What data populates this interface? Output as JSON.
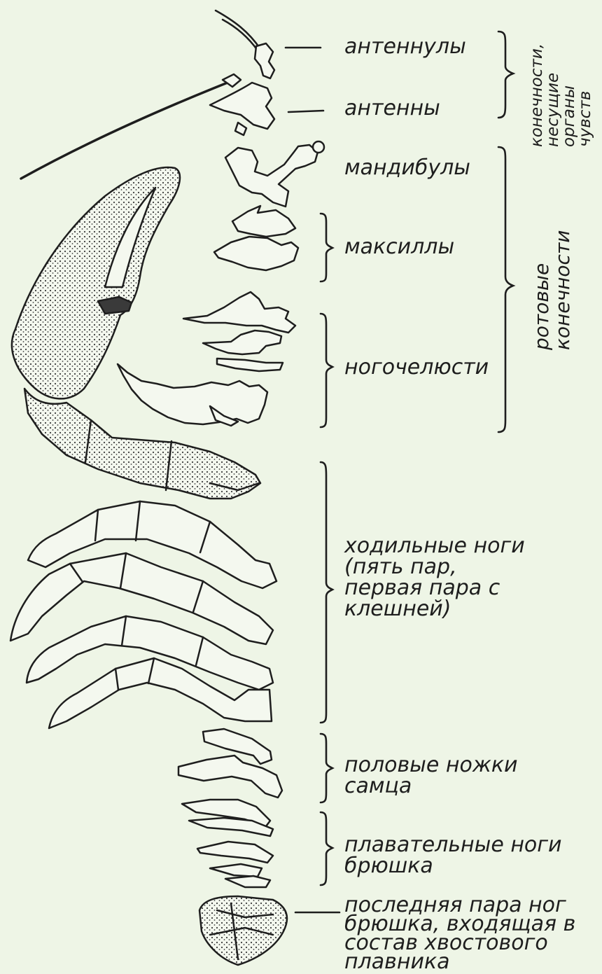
{
  "labels": {
    "antennules": "антеннулы",
    "antennae": "антенны",
    "mandibles": "мандибулы",
    "maxillae": "максиллы",
    "maxillipeds": "ногочелюсти",
    "walking_legs": [
      "ходильные ноги",
      "(пять пар,",
      "первая пара с",
      "клешней)"
    ],
    "male_legs": [
      "половые ножки",
      "самца"
    ],
    "swimming_legs": [
      "плавательные ноги",
      "брюшка"
    ],
    "last_pair": [
      "последняя пара ног",
      "брюшка, входящая в",
      "состав хвостового",
      "плавника"
    ]
  },
  "groups": {
    "sensory": [
      "конечности,",
      "несущие",
      "органы",
      "чувств"
    ],
    "mouth": [
      "ротовые",
      "конечности"
    ]
  },
  "colors": {
    "background": "#eef5e6",
    "ink": "#1e1e1e",
    "limb_fill": "#f4f8ef",
    "stipple": "#3a3a3a"
  }
}
